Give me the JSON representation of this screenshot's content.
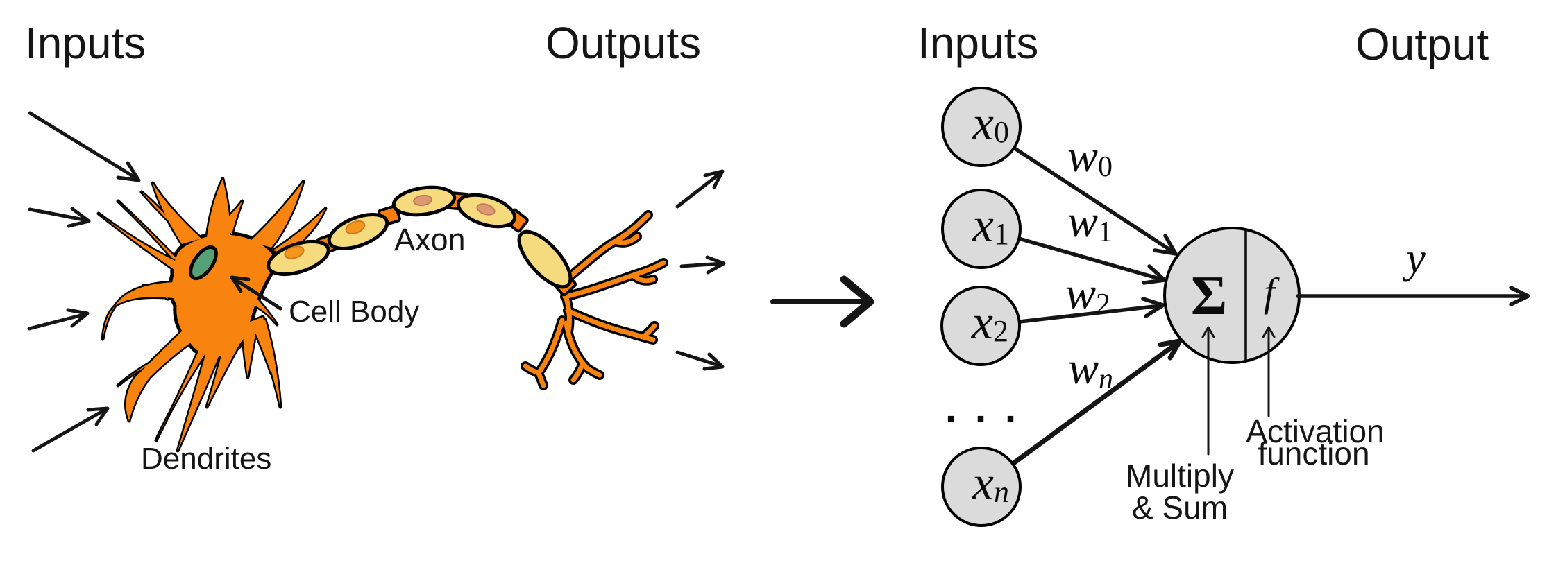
{
  "colors": {
    "background": "#FFFFFF",
    "ink": "#151515",
    "neuron_orange": "#F8830E",
    "connector_orange": "#F97D0B",
    "axon_yellow": "#F5DB7D",
    "nucleus_green": "#55A177",
    "nucleolus_orange": "#F5961F",
    "nucleolus_salmon": "#DD9875",
    "node_gray": "#DBDBDB"
  },
  "biological": {
    "inputs_label": "Inputs",
    "outputs_label": "Outputs",
    "axon_label": "Axon",
    "cell_body_label": "Cell Body",
    "dendrites_label": "Dendrites"
  },
  "artificial": {
    "inputs_label": "Inputs",
    "output_label": "Output",
    "nodes": [
      {
        "main": "x",
        "sub": "0"
      },
      {
        "main": "x",
        "sub": "1"
      },
      {
        "main": "x",
        "sub": "2"
      },
      {
        "main": "x",
        "sub": "n"
      }
    ],
    "weights": [
      {
        "main": "w",
        "sub": "0"
      },
      {
        "main": "w",
        "sub": "1"
      },
      {
        "main": "w",
        "sub": "2"
      },
      {
        "main": "w",
        "sub": "n"
      }
    ],
    "ellipsis": "· · ·",
    "sum_symbol": "Σ",
    "activation_symbol": "f",
    "output_variable": "y",
    "multiply_sum_label": [
      "Multiply",
      "& Sum"
    ],
    "activation_label": [
      "Activation",
      "function"
    ]
  }
}
